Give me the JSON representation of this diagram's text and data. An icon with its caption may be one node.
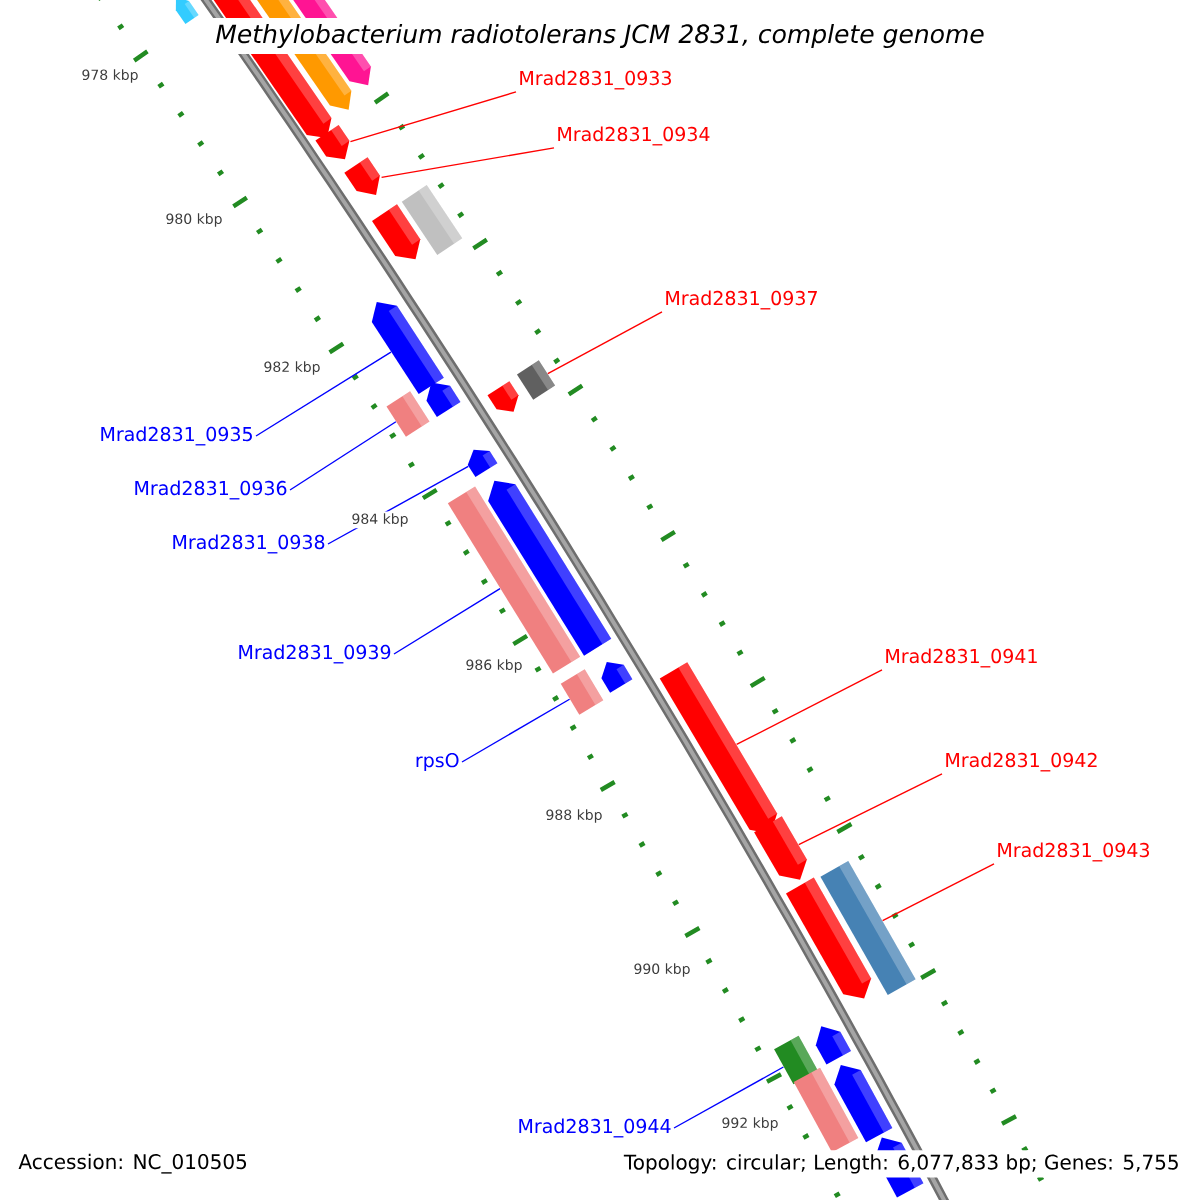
{
  "diagram": {
    "title": "Methylobacterium radiotolerans JCM 2831, complete genome",
    "nodes": [
      {
        "text": [
          "Mrad2831_0933"
        ]
      },
      {
        "text": [
          "Mrad2831_0934"
        ]
      },
      {
        "text": [
          "Mrad2831_0937"
        ]
      },
      {
        "text": [
          "Mrad2831_0935"
        ]
      },
      {
        "text": [
          "Mrad2831_0936"
        ]
      },
      {
        "text": [
          "Mrad2831_0938"
        ]
      },
      {
        "text": [
          "Mrad2831_0939"
        ]
      },
      {
        "text": [
          "rpsO"
        ]
      },
      {
        "text": [
          "Mrad2831_0941"
        ]
      },
      {
        "text": [
          "Mrad2831_0942"
        ]
      },
      {
        "text": [
          "Mrad2831_0943"
        ]
      },
      {
        "text": [
          "Mrad2831_0944"
        ]
      },
      {
        "text": [],
        "shape": "bar"
      },
      {
        "text": [],
        "shape": "bar"
      },
      {
        "text": [],
        "shape": "bar"
      },
      {
        "text": [],
        "shape": "bar"
      },
      {
        "text": [],
        "shape": "bar"
      },
      {
        "text": [],
        "shape": "bar"
      },
      {
        "text": [],
        "shape": "bar"
      },
      {
        "text": [],
        "shape": "bar"
      },
      {
        "text": [],
        "shape": "bar"
      },
      {
        "text": [],
        "shape": "bar"
      },
      {
        "text": [],
        "shape": "bar"
      },
      {
        "text": [],
        "shape": "bar"
      },
      {
        "text": [],
        "shape": "bar"
      },
      {
        "text": [],
        "shape": "bar"
      },
      {
        "text": [],
        "shape": "bar"
      },
      {
        "text": [],
        "shape": "bar"
      },
      {
        "text": [],
        "shape": "bar"
      },
      {
        "text": [],
        "shape": "bar"
      },
      {
        "text": [],
        "shape": "bar"
      },
      {
        "text": [],
        "shape": "bar"
      },
      {
        "text": [],
        "shape": "bar"
      },
      {
        "text": [],
        "shape": "bar"
      },
      {
        "text": [],
        "shape": "bar"
      },
      {
        "text": [],
        "shape": "bar"
      },
      {
        "text": [],
        "shape": "bar"
      },
      {
        "text": [],
        "shape": "bar"
      },
      {
        "text": [],
        "shape": "bar"
      }
    ],
    "edges": [
      {
        "from": 0,
        "to": 16,
        "arrow": "none",
        "color": "#ff0000"
      },
      {
        "from": 1,
        "to": 17,
        "arrow": "none",
        "color": "#ff0000"
      },
      {
        "from": 2,
        "to": 24,
        "arrow": "none",
        "color": "#ff0000"
      },
      {
        "from": 3,
        "to": 20,
        "arrow": "none",
        "color": "#0000ff"
      },
      {
        "from": 4,
        "to": 22,
        "arrow": "none",
        "color": "#0000ff"
      },
      {
        "from": 5,
        "to": 25,
        "arrow": "none",
        "color": "#0000ff"
      },
      {
        "from": 6,
        "to": 26,
        "arrow": "none",
        "color": "#0000ff"
      },
      {
        "from": 7,
        "to": 28,
        "arrow": "none",
        "color": "#0000ff"
      },
      {
        "from": 8,
        "to": 30,
        "arrow": "none",
        "color": "#ff0000"
      },
      {
        "from": 9,
        "to": 31,
        "arrow": "none",
        "color": "#ff0000"
      },
      {
        "from": 10,
        "to": 33,
        "arrow": "none",
        "color": "#ff0000"
      },
      {
        "from": 11,
        "to": 34,
        "arrow": "none",
        "color": "#0000ff"
      }
    ],
    "labels": [
      "978 kbp",
      "980 kbp",
      "982 kbp",
      "984 kbp",
      "986 kbp",
      "988 kbp",
      "990 kbp",
      "992 kbp",
      "Accession: NC_010505",
      "Topology: circular; Length: 6,077,833 bp; Genes: 5,755"
    ]
  }
}
